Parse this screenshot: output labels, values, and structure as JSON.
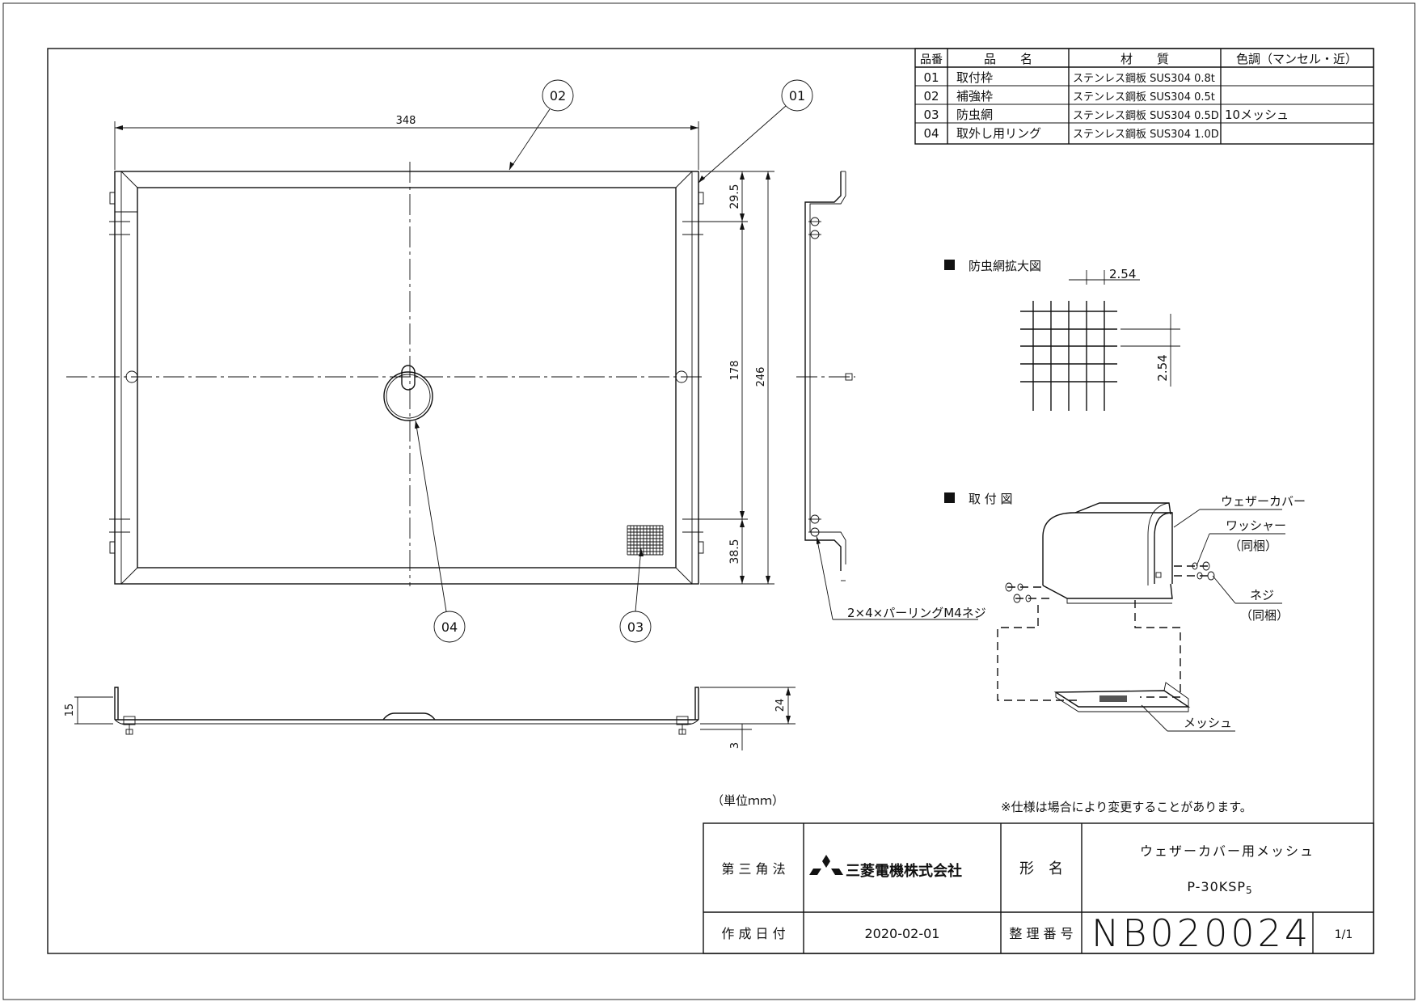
{
  "parts_table": {
    "headers": {
      "no": "品番",
      "name": "品　　名",
      "material": "材　　質",
      "color": "色調（マンセル・近）"
    },
    "rows": [
      {
        "no": "01",
        "name": "取付枠",
        "material": "ステンレス鋼板 SUS304 0.8t",
        "color": ""
      },
      {
        "no": "02",
        "name": "補強枠",
        "material": "ステンレス鋼板 SUS304 0.5t",
        "color": ""
      },
      {
        "no": "03",
        "name": "防虫網",
        "material": "ステンレス鋼板 SUS304 0.5D",
        "color": "10メッシュ"
      },
      {
        "no": "04",
        "name": "取外し用リング",
        "material": "ステンレス鋼板 SUS304 1.0D",
        "color": ""
      }
    ]
  },
  "balloons": [
    "02",
    "01",
    "04",
    "03"
  ],
  "dimensions": {
    "width": "348",
    "top_offset": "29.5",
    "inner_height": "178",
    "total_height": "246",
    "bottom_offset": "38.5",
    "side_h1": "15",
    "side_h2": "24",
    "side_h3": "3",
    "mesh_pitch_h": "2.54",
    "mesh_pitch_v": "2.54"
  },
  "labels": {
    "mesh_detail": "防虫網拡大図",
    "mounting": "取 付 図",
    "rivet_note": "2×4×パーリングM4ネジ",
    "weather_cover": "ウェザーカバー",
    "washer": "ワッシャー",
    "washer_sub": "（同梱）",
    "screw": "ネジ",
    "screw_sub": "（同梱）",
    "mesh": "メッシュ",
    "unit": "（単位ｍｍ）",
    "spec_note": "※仕様は場合により変更することがあります。"
  },
  "title_block": {
    "projection": "第 三 角 法",
    "company": "三菱電機株式会社",
    "type_label": "形　名",
    "product_name": "ウェザーカバー用メッシュ",
    "model": "P-30KSP",
    "model_sub": "5",
    "date_label": "作 成 日 付",
    "date": "2020-02-01",
    "doc_label": "整 理 番 号",
    "doc_no": "NB020024",
    "sheet": "1/1"
  }
}
